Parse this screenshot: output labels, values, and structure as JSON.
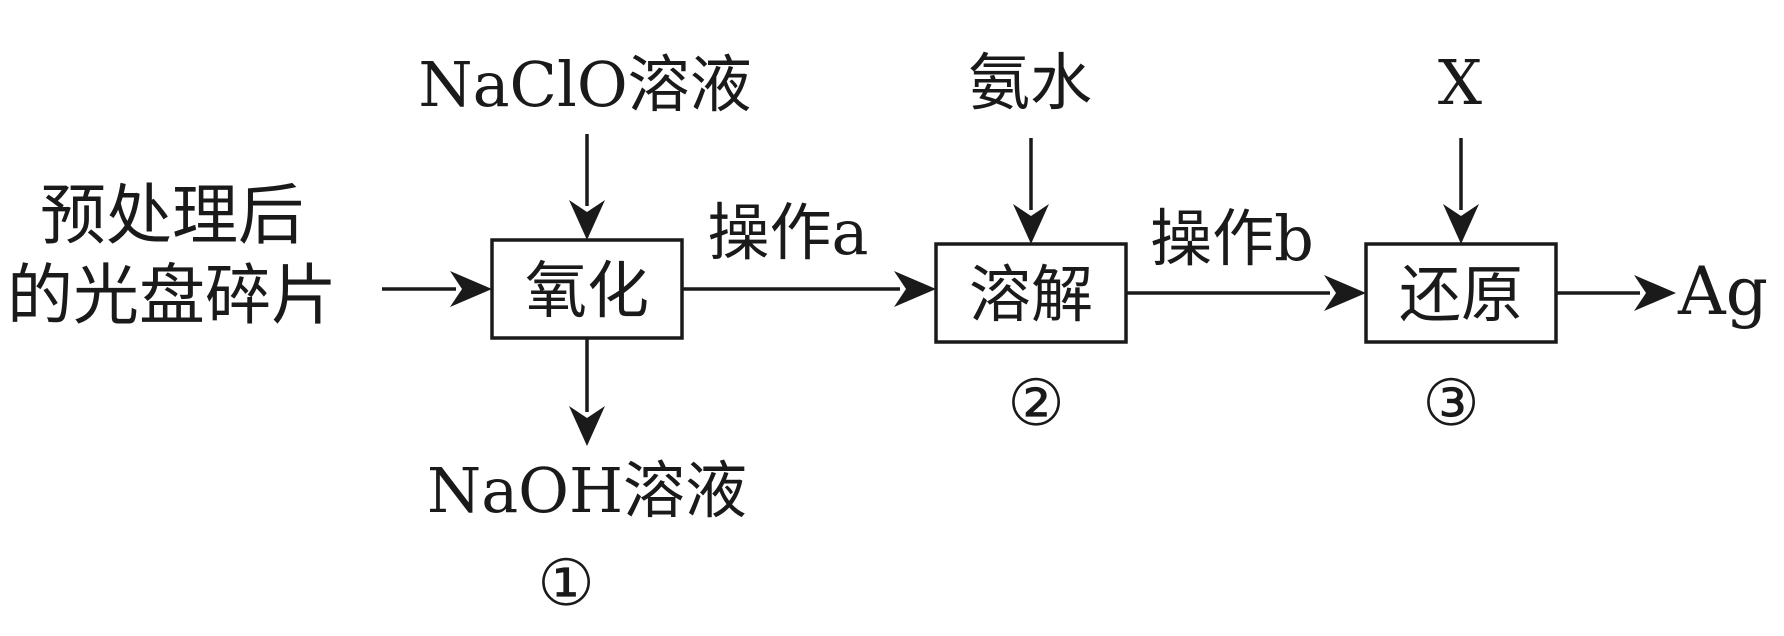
{
  "feed": [
    "预处理后",
    "的光盘碎片"
  ],
  "steps": [
    {
      "label": "氧化",
      "input": "NaClO溶液",
      "output": "NaOH溶液",
      "marker": "①"
    },
    {
      "label": "溶解",
      "input": "氨水",
      "marker": "②"
    },
    {
      "label": "还原",
      "input": "X",
      "marker": "③"
    }
  ],
  "operations": [
    "操作a",
    "操作b"
  ],
  "product": "Ag"
}
